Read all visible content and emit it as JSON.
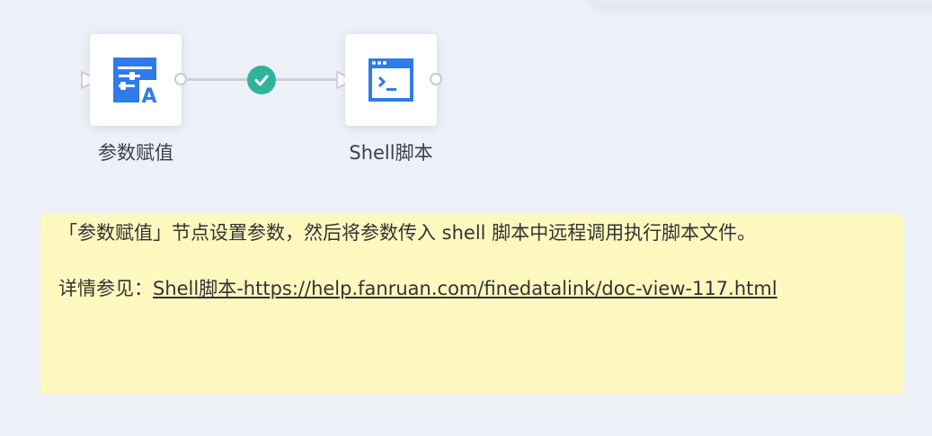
{
  "nodes": [
    {
      "label": "参数赋值",
      "icon": "parameter-assignment-icon"
    },
    {
      "label": "Shell脚本",
      "icon": "shell-terminal-icon"
    }
  ],
  "edge": {
    "status": "success",
    "status_icon": "check-circle-icon",
    "status_color": "#2fb39c"
  },
  "colors": {
    "icon_blue": "#2f7bea",
    "note_bg": "#fff9c0",
    "canvas_bg": "#edf0f6"
  },
  "note": {
    "line1": "「参数赋值」节点设置参数，然后将参数传入 shell 脚本中远程调用执行脚本文件。",
    "line2_prefix": "详情参见：",
    "link_text": "Shell脚本-https://help.fanruan.com/finedatalink/doc-view-117.html"
  }
}
